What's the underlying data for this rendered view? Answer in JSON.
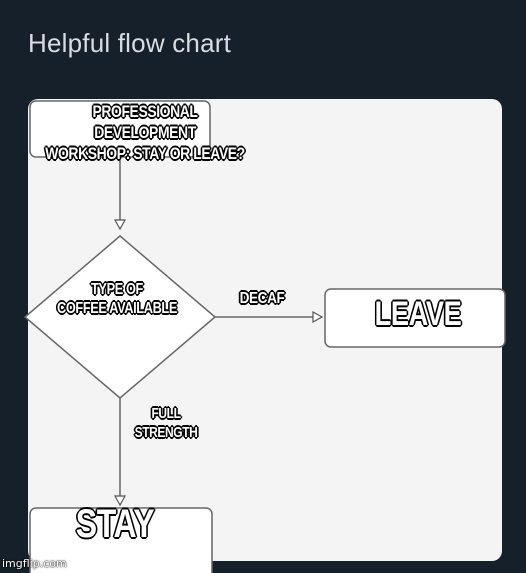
{
  "post": {
    "title": "Helpful flow chart"
  },
  "flowchart": {
    "start": "PROFESSIONAL\nDEVELOPMENT\nWORKSHOP: STAY OR LEAVE?",
    "decision": "TYPE OF\nCOFFEE AVAILABLE",
    "branch_right_label": "DECAF",
    "branch_down_label": "FULL\nSTRENGTH",
    "outcome_right": "LEAVE",
    "outcome_down": "STAY"
  },
  "watermark": "imgflip.com"
}
